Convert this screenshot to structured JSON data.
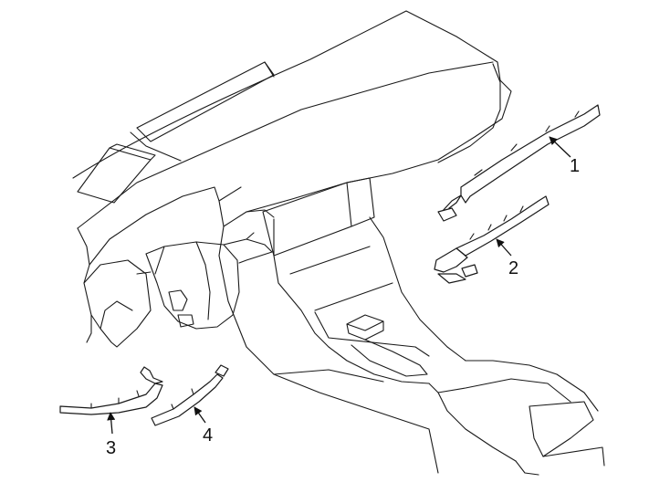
{
  "callouts": [
    {
      "number": "1"
    },
    {
      "number": "2"
    },
    {
      "number": "3"
    },
    {
      "number": "4"
    }
  ],
  "colors": {
    "line": "#1a1a1a",
    "background": "#ffffff"
  }
}
